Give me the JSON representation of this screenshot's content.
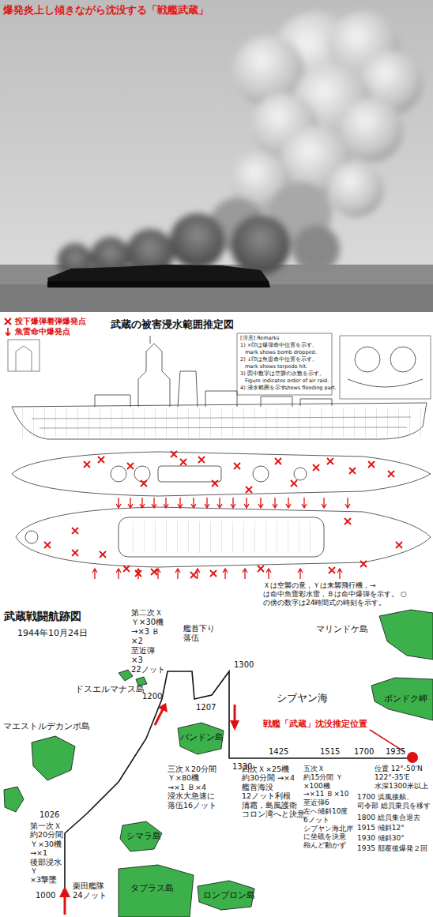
{
  "diagram": {
    "title": "爆発炎上し傾きながら沈没する「戦艦武蔵」",
    "labels": [
      "武蔵の被害浸水範囲推定図",
      "[注意] Remarks",
      "1) ×印は爆弾命中位置を示す。",
      "mark shows bomb dropped.",
      "2) ↓印は魚雷命中位置を示す。",
      "mark shows torpedo hit.",
      "3) 図中数字は空襲の次数を示す。",
      "Figure indicates order of air raid.",
      "4) 浸水範囲を示す。",
      "shows flooding part.",
      "武蔵戦闘航跡図",
      "1944年10月24日",
      "Ｘは空襲の意，Ｙは来襲飛行機，→は命中魚雷彩水雷，Ｂは命中爆弾を示す。 ○の傍の数字は24時間式の時刻を示す。",
      "マリンドケ島",
      "ボンドク岬",
      "シブヤン海",
      "ドスエルマナス島",
      "マエストルデカンポ島",
      "バンドン島",
      "シマラ島",
      "タブラス島",
      "ロンブロン島",
      "第二次Ｘ Ｙ×30機 →×3 Ｂ×2 至近弾×3 22ノット",
      "艦首下り 落伍",
      "1200",
      "1207",
      "1300",
      "1330",
      "1425",
      "1515",
      "1700",
      "1935",
      "戦艦「武蔵」沈没推定位置",
      "位置 12°-50'N 122°-35'E 水深1300米以上",
      "1700 浜風接舷、司令部 総員乗員を移す",
      "1800 総員集合退去",
      "1915 傾斜12°",
      "1930 傾斜30°",
      "1935 顛覆後爆発２回",
      "三次Ｘ20分間 Ｙ×80機 →×1 Ｂ×4 浸水大急速に 落伍16ノット",
      "四次Ｘ×25機 約30分間 →×4 艦首海没 12ノット利根 清霜，島風護衛 コロン湾へと決意",
      "五次Ｘ 約15分間 Ｙ×100機 →×11 Ｂ×10 至近弾6 左へ傾斜10度 6ノット シブヤン海北岸 に坐礁を決意 殆んど動かず",
      "1026",
      "第一次Ｘ 約20分間 Ｙ×30機 →×1 後部浸水 Ｙ×3撃墜",
      "1000",
      "栗田艦隊 24ノット"
    ],
    "legend": [
      {
        "text": "投下爆弾着弾爆発点"
      },
      {
        "text": "魚雷命中爆発点"
      }
    ]
  }
}
